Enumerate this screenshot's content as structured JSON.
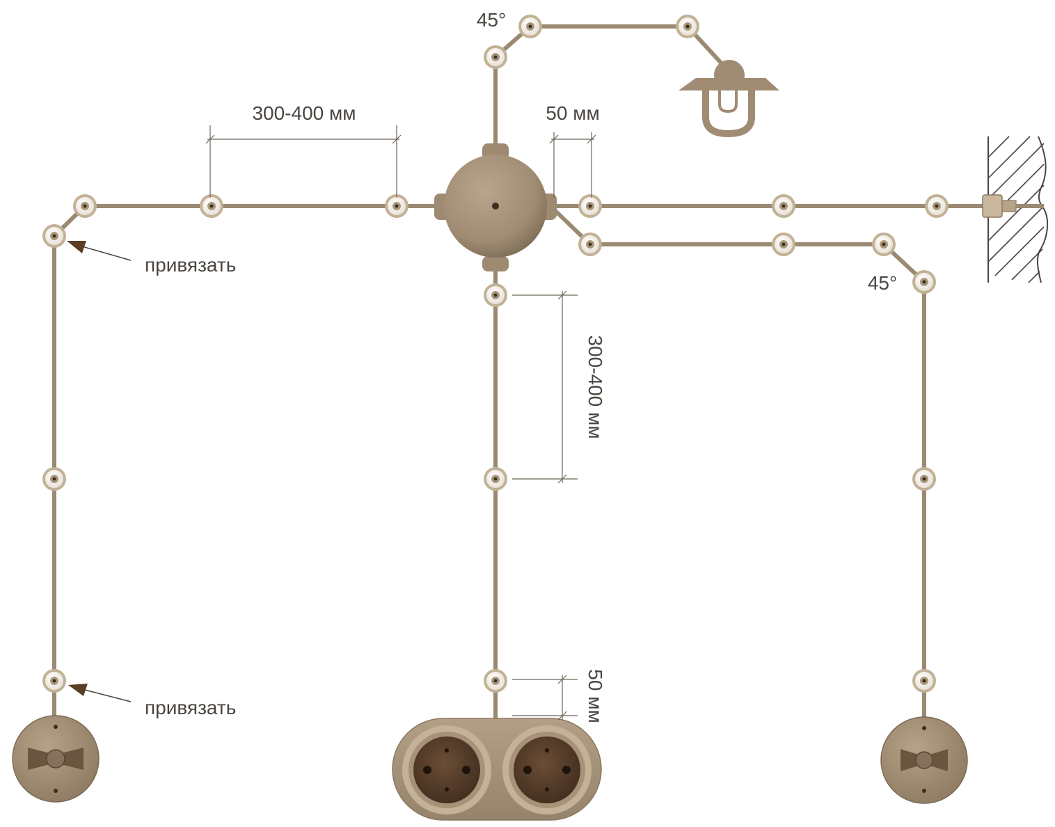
{
  "dimensions": {
    "horizontal_spacing": "300-400 мм",
    "vertical_spacing": "300-400 мм",
    "offset_top": "50 мм",
    "offset_bottom": "50 мм"
  },
  "angles": {
    "top": "45°",
    "right": "45°"
  },
  "notes": {
    "tie_upper": "привязать",
    "tie_lower": "привязать"
  },
  "colors": {
    "wire": "#9a8a72",
    "fixture": "#a08c73",
    "dimension_line": "#6b6358",
    "socket_dark": "#4a3424"
  }
}
